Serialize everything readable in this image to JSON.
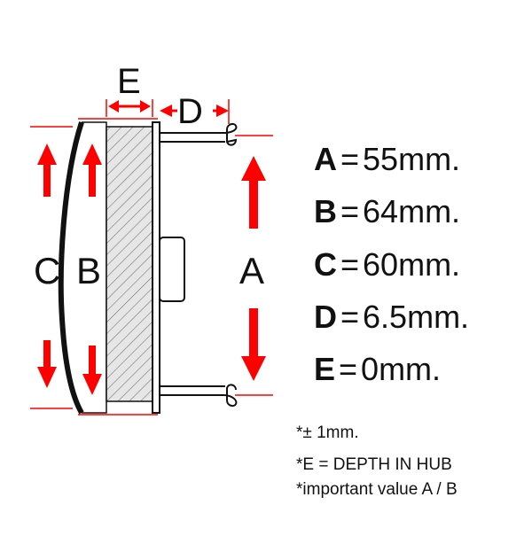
{
  "diagram": {
    "labels": {
      "E": "E",
      "D": "D",
      "C": "C",
      "B": "B",
      "A": "A"
    },
    "specs": [
      {
        "var": "A",
        "eq": "=",
        "value": "55mm."
      },
      {
        "var": "B",
        "eq": "=",
        "value": "64mm."
      },
      {
        "var": "C",
        "eq": "=",
        "value": "60mm."
      },
      {
        "var": "D",
        "eq": "=",
        "value": "6.5mm."
      },
      {
        "var": "E",
        "eq": "=",
        "value": "0mm."
      }
    ],
    "notes": [
      "*± 1mm.",
      "*E = DEPTH IN HUB",
      "*important value A / B"
    ],
    "colors": {
      "arrow": "#ff0000",
      "guide": "#ff0000",
      "outline": "#111111",
      "hatch_bg": "#e6e6e6"
    }
  }
}
